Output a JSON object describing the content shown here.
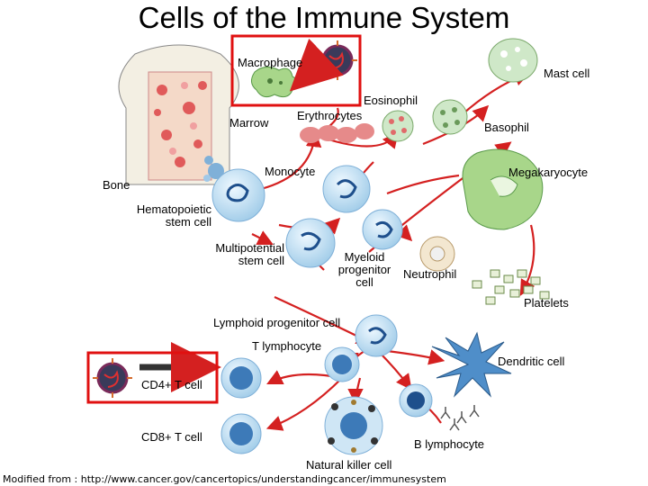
{
  "title": "Cells of the Immune System",
  "labels": {
    "macrophage": "Macrophage",
    "mast_cell": "Mast cell",
    "eosinophil": "Eosinophil",
    "erythrocytes": "Erythrocytes",
    "marrow": "Marrow",
    "basophil": "Basophil",
    "bone": "Bone",
    "monocyte": "Monocyte",
    "megakaryocyte": "Megakaryocyte",
    "hematopoietic_line1": "Hematopoietic",
    "hematopoietic_line2": "stem cell",
    "multipotential_line1": "Multipotential",
    "multipotential_line2": "stem cell",
    "myeloid_line1": "Myeloid",
    "myeloid_line2": "progenitor",
    "myeloid_line3": "cell",
    "neutrophil": "Neutrophil",
    "platelets": "Platelets",
    "lymphoid": "Lymphoid progenitor cell",
    "t_lymphocyte": "T lymphocyte",
    "dendritic": "Dendritic cell",
    "cd4": "CD4+ T cell",
    "cd8": "CD8+ T cell",
    "b_lymphocyte": "B lymphocyte",
    "nk_cell": "Natural killer cell"
  },
  "footer": "Modified from : http://www.cancer.gov/cancertopics/understandingcancer/immunesystem",
  "colors": {
    "arrow": "#d42020",
    "highlight_box": "#e01010",
    "cell_fill": "#c8e6f6",
    "nucleus": "#1e4f8c",
    "rbc": "#e68a8a",
    "granulocyte": "#cfe8c8",
    "megakaryocyte": "#a8d68a",
    "dendritic": "#4f8ec9",
    "virus": "#8a2a6a"
  }
}
